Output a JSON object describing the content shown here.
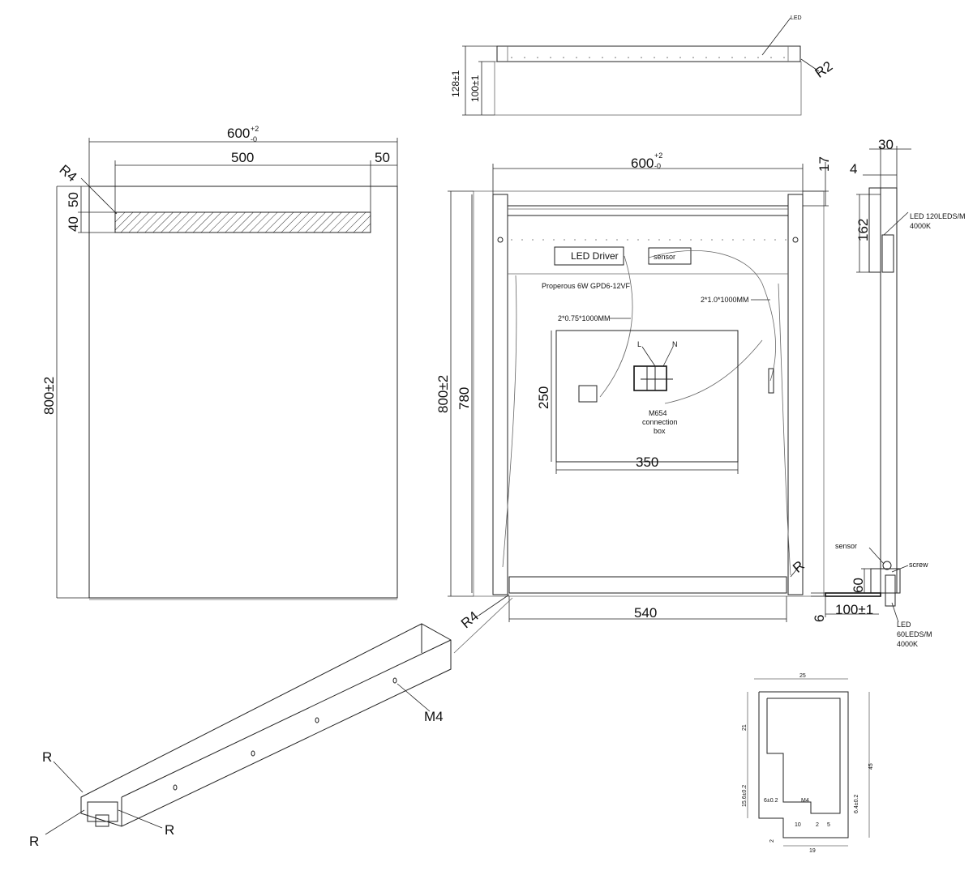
{
  "front_view": {
    "width": "600",
    "width_tol_upper": "+2",
    "width_tol_lower": "-0",
    "inner_width": "500",
    "margin": "50",
    "radius": "R4",
    "top_margin": "50",
    "strip_height": "40",
    "height": "800±2"
  },
  "top_view": {
    "led": "LED",
    "depth_total": "128±1",
    "depth_body": "100±1",
    "radius": "R2"
  },
  "back_view": {
    "width": "600",
    "width_tol_upper": "+2",
    "width_tol_lower": "-0",
    "top_offset": "17",
    "height": "800±2",
    "inner_height": "780",
    "driver_label": "LED Driver",
    "sensor_label": "sensor",
    "driver_model": "Properous 6W  GPD6-12VF",
    "cable_left": "2*0.75*1000MM",
    "cable_right": "2*1.0*1000MM",
    "box_height": "250",
    "box_width": "350",
    "terminal_l": "L",
    "terminal_n": "N",
    "box_label_1": "M654",
    "box_label_2": "connection",
    "box_label_3": "box",
    "radius_r": "R",
    "radius_r4": "R4",
    "bottom_width": "540"
  },
  "side_view": {
    "depth": "30",
    "glass": "4",
    "led_height": "162",
    "led_top_1": "LED 120LEDS/M",
    "led_top_2": "4000K",
    "sensor": "sensor",
    "screw": "screw",
    "shelf_h": "60",
    "shelf_w": "100±1",
    "shelf_t": "6",
    "led_bottom_1": "LED",
    "led_bottom_2": "60LEDS/M",
    "led_bottom_3": "4000K"
  },
  "profile": {
    "thread": "M4",
    "radius_a": "R",
    "radius_b": "R",
    "radius_c": "R"
  },
  "section": {
    "top": "25",
    "left_upper": "21",
    "right": "45",
    "left_lower": "15.6±0.2",
    "inner_left": "6±0.2",
    "thread": "M4",
    "inner_right": "6.4±0.2",
    "b10": "10",
    "b2": "2",
    "b5": "5",
    "b2_left": "2",
    "bottom": "19"
  }
}
